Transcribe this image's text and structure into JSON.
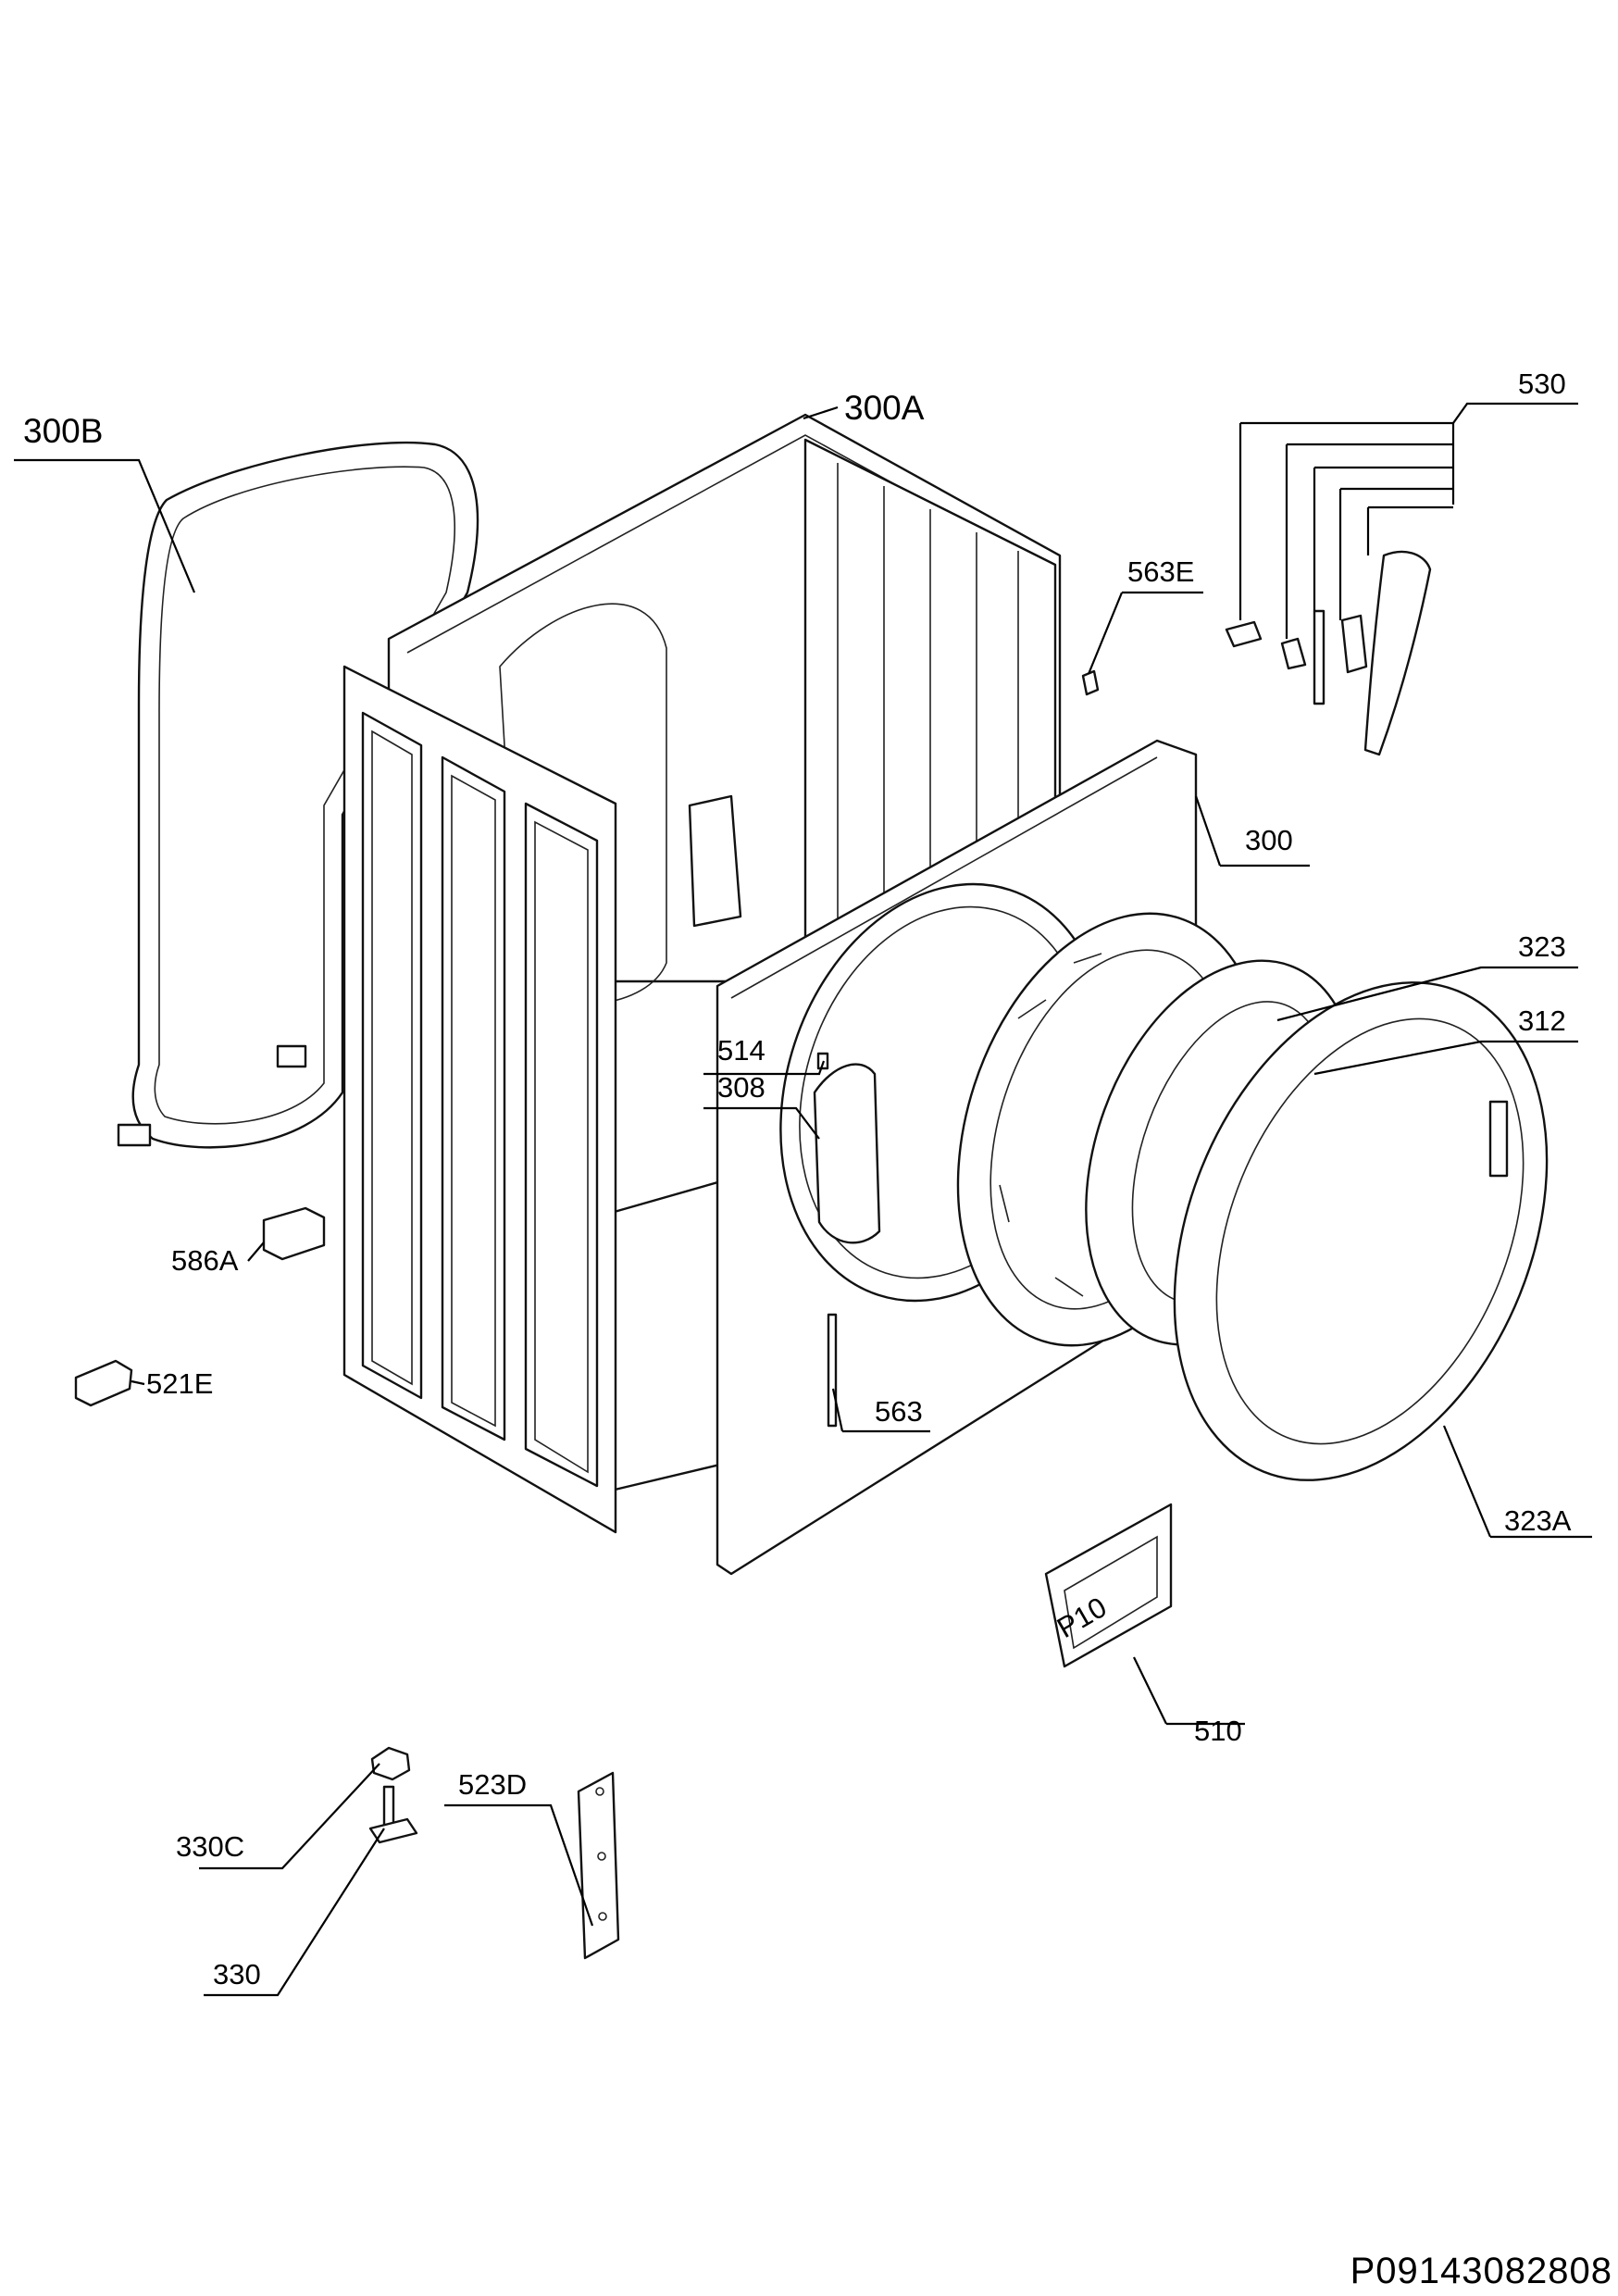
{
  "labels": {
    "l300B": "300B",
    "l300A": "300A",
    "l530": "530",
    "l563E": "563E",
    "l300": "300",
    "l323": "323",
    "l312": "312",
    "l514": "514",
    "l308": "308",
    "l586A": "586A",
    "l521E": "521E",
    "l563": "563",
    "l323A": "323A",
    "l510": "510",
    "l330C": "330C",
    "l523D": "523D",
    "l330": "330"
  },
  "door_label_text": "P10",
  "document_id": "P09143082808"
}
